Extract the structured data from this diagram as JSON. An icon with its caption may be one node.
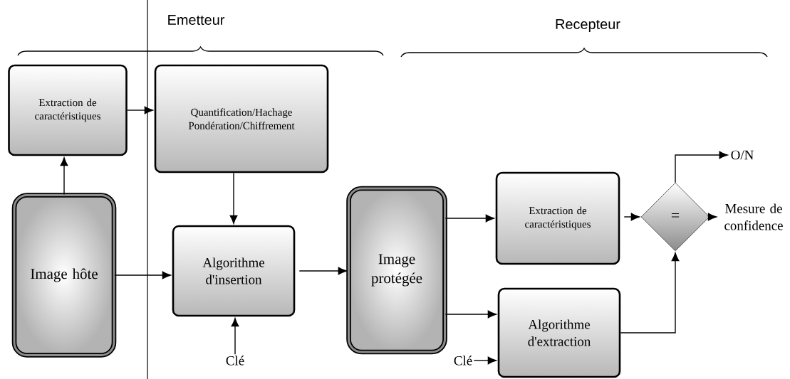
{
  "diagram": {
    "nodes": [
      {
        "text": [
          "Extraction de caractéristiques"
        ]
      },
      {
        "text": [
          "Quantification/Hachage Pondération/Chiffrement"
        ]
      },
      {
        "text": [
          "Image hôte"
        ]
      },
      {
        "text": [
          "Algorithme d'insertion"
        ]
      },
      {
        "text": [
          "Clé"
        ]
      },
      {
        "text": [
          "Image protégée"
        ]
      },
      {
        "text": [
          "Extraction de caractéristiques"
        ]
      },
      {
        "text": [
          "="
        ]
      },
      {
        "text": [
          "O/N"
        ]
      },
      {
        "text": [
          "Mesure de confidence"
        ]
      },
      {
        "text": [
          "Algorithme d'extraction"
        ]
      },
      {
        "text": [
          "Clé"
        ]
      }
    ],
    "edges": [
      {
        "from": 2,
        "to": 0,
        "arrow": "to"
      },
      {
        "from": 0,
        "to": 1,
        "arrow": "to"
      },
      {
        "from": 1,
        "to": 3,
        "arrow": "to"
      },
      {
        "from": 2,
        "to": 3,
        "arrow": "to"
      },
      {
        "from": 4,
        "to": 3,
        "arrow": "to"
      },
      {
        "from": 3,
        "to": 5,
        "arrow": "to"
      },
      {
        "from": 5,
        "to": 6,
        "arrow": "to"
      },
      {
        "from": 5,
        "to": 10,
        "arrow": "to"
      },
      {
        "from": 11,
        "to": 10,
        "arrow": "to"
      },
      {
        "from": 6,
        "to": 7,
        "arrow": "to"
      },
      {
        "from": 10,
        "to": 7,
        "arrow": "to"
      },
      {
        "from": 7,
        "to": 8,
        "arrow": "to"
      },
      {
        "from": 7,
        "to": 9,
        "arrow": "to"
      }
    ],
    "labels": [
      "Emetteur",
      "Recepteur"
    ]
  }
}
